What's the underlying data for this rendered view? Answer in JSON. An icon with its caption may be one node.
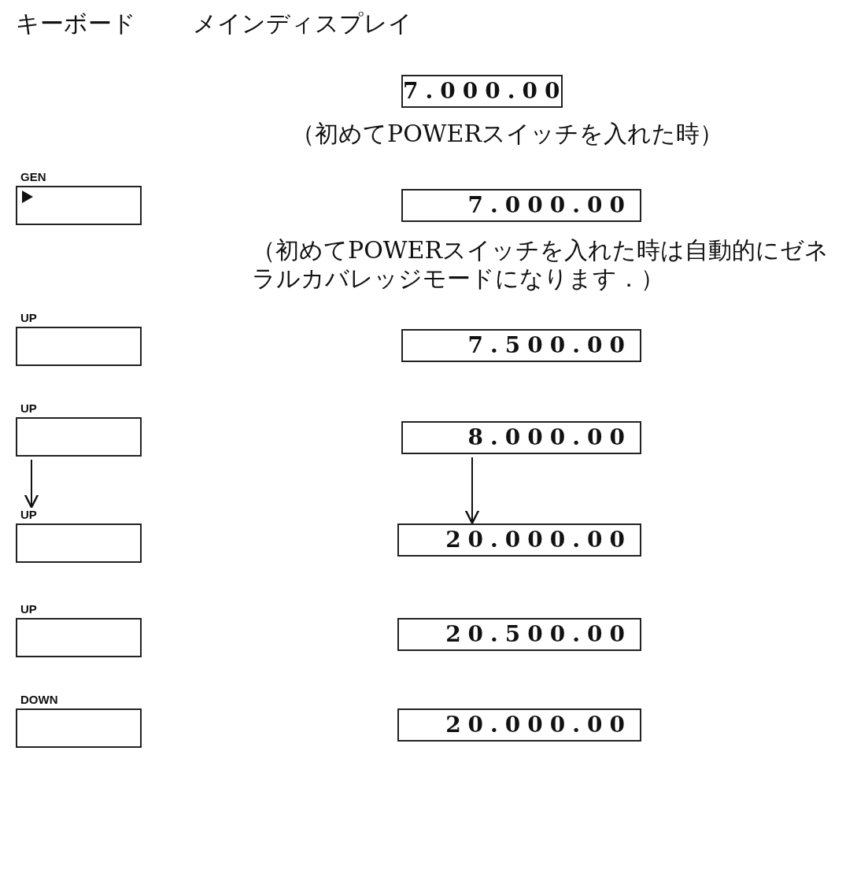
{
  "diagram": {
    "nodes": [
      {
        "text": [
          "7.000.00"
        ]
      },
      {
        "text": [
          "GEN"
        ]
      },
      {
        "text": [
          "7.000.00"
        ]
      },
      {
        "text": [
          "UP"
        ]
      },
      {
        "text": [
          "7.500.00"
        ]
      },
      {
        "text": [
          "UP"
        ]
      },
      {
        "text": [
          "8.000.00"
        ]
      },
      {
        "text": [
          "UP"
        ]
      },
      {
        "text": [
          "20.000.00"
        ]
      },
      {
        "text": [
          "UP"
        ]
      },
      {
        "text": [
          "20.500.00"
        ]
      },
      {
        "text": [
          "DOWN"
        ]
      },
      {
        "text": [
          "20.000.00"
        ]
      }
    ],
    "edges": [
      {
        "from": 5,
        "to": 7,
        "arrow": "to"
      },
      {
        "from": 6,
        "to": 8,
        "arrow": "to"
      }
    ],
    "labels": [
      "キーボード",
      "メインディスプレイ",
      "（初めてPOWERスイッチを入れた時）",
      "（初めてPOWERスイッチを入れた時は自動的にゼネラルカバレッジモードになります．）"
    ]
  }
}
